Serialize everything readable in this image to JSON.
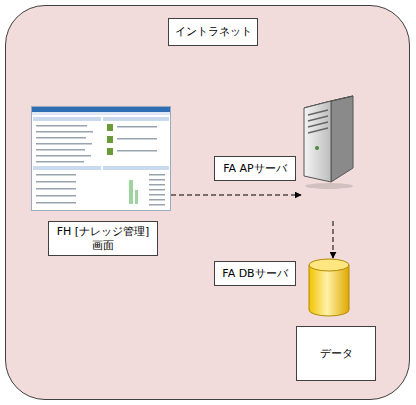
{
  "diagram": {
    "nodes": [
      {
        "text": [
          "イントラネット"
        ]
      },
      {
        "text": [
          "FH [ナレッジ管理] 画面"
        ],
        "in": 0
      },
      {
        "text": [
          "FA APサーバ"
        ],
        "in": 0
      },
      {
        "text": [
          "FA DBサーバ",
          "データ"
        ],
        "in": 0
      }
    ],
    "edges": [
      {
        "from": 1,
        "to": 2,
        "arrow": "to"
      },
      {
        "from": 2,
        "to": 3,
        "arrow": "to"
      }
    ]
  }
}
